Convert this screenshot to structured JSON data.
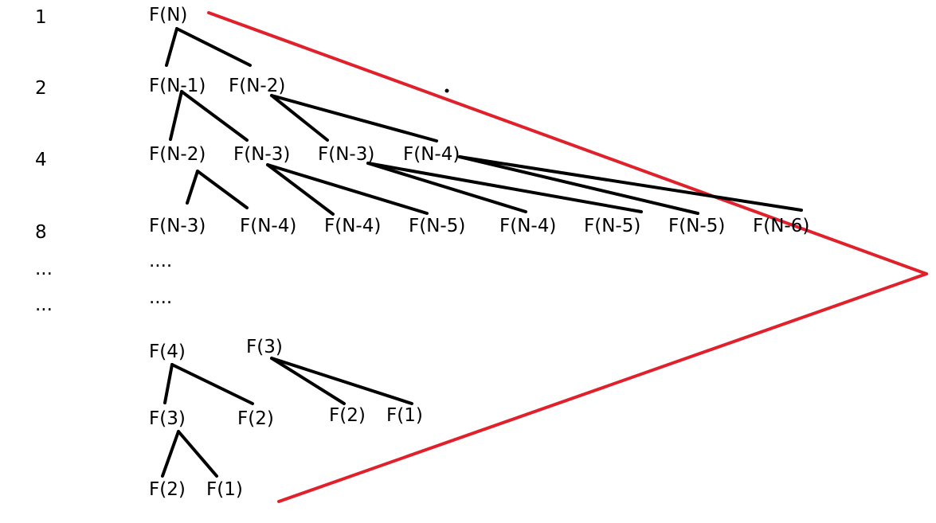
{
  "colors": {
    "ink": "#000000",
    "accent_red": "#e0202a",
    "background": "#ffffff"
  },
  "levels": [
    "1",
    "2",
    "4",
    "8",
    "...",
    "..."
  ],
  "tree": {
    "root": "F(N)",
    "row2": [
      "F(N-1)",
      "F(N-2)"
    ],
    "row3": [
      "F(N-2)",
      "F(N-3)",
      "F(N-3)",
      "F(N-4)"
    ],
    "row4": [
      "F(N-3)",
      "F(N-4)",
      "F(N-4)",
      "F(N-5)",
      "F(N-4)",
      "F(N-5)",
      "F(N-5)",
      "F(N-6)"
    ],
    "ellipsis": [
      "....",
      "...."
    ]
  },
  "base_tree": {
    "a": "F(4)",
    "b": "F(3)",
    "c": "F(3)",
    "d": "F(2)",
    "e": "F(2)",
    "f": "F(1)",
    "g": "F(2)",
    "h": "F(1)"
  }
}
